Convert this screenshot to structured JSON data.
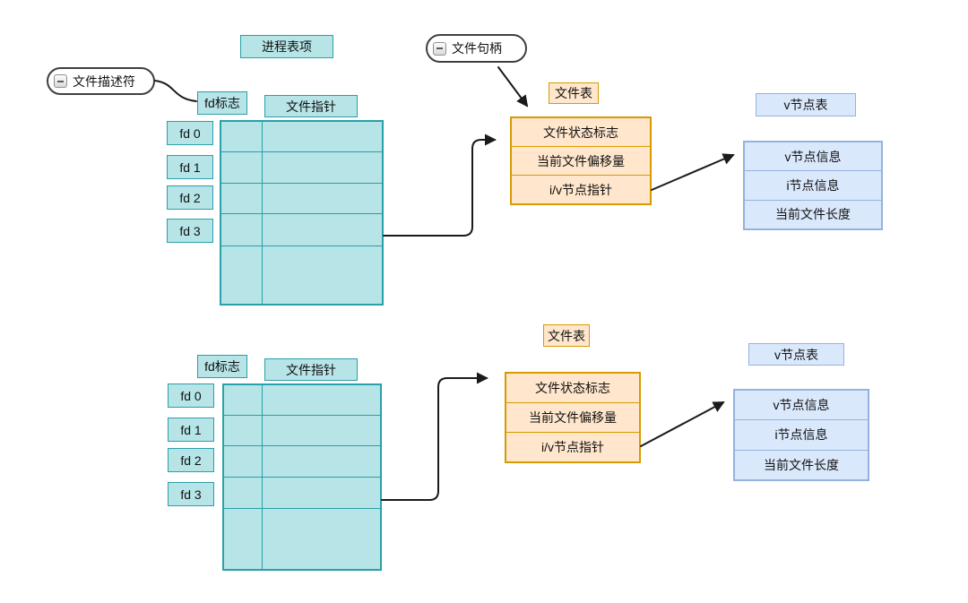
{
  "diagram": {
    "top": {
      "process_table_label": "进程表项",
      "fd_descriptor_bubble": "文件描述符",
      "file_handle_bubble": "文件句柄",
      "fd_flag_header": "fd标志",
      "file_pointer_header": "文件指针",
      "fd_labels": [
        "fd 0",
        "fd 1",
        "fd 2",
        "fd 3"
      ],
      "file_table": {
        "title": "文件表",
        "rows": [
          "文件状态标志",
          "当前文件偏移量",
          "i/v节点指针"
        ]
      },
      "vnode_table": {
        "title": "v节点表",
        "rows": [
          "v节点信息",
          "i节点信息",
          "当前文件长度"
        ]
      }
    },
    "bottom": {
      "fd_flag_header": "fd标志",
      "file_pointer_header": "文件指针",
      "fd_labels": [
        "fd 0",
        "fd 1",
        "fd 2",
        "fd 3"
      ],
      "file_table": {
        "title": "文件表",
        "rows": [
          "文件状态标志",
          "当前文件偏移量",
          "i/v节点指针"
        ]
      },
      "vnode_table": {
        "title": "v节点表",
        "rows": [
          "v节点信息",
          "i节点信息",
          "当前文件长度"
        ]
      }
    },
    "colors": {
      "teal_fill": "#b6e4e7",
      "teal_stroke": "#2aa0a8",
      "orange_fill": "#ffe6cc",
      "orange_stroke": "#d79b00",
      "blue_fill": "#dae8fc",
      "blue_stroke": "#94b2e0",
      "bubble_stroke": "#3f3f3f",
      "arrow": "#1a1a1a"
    }
  }
}
